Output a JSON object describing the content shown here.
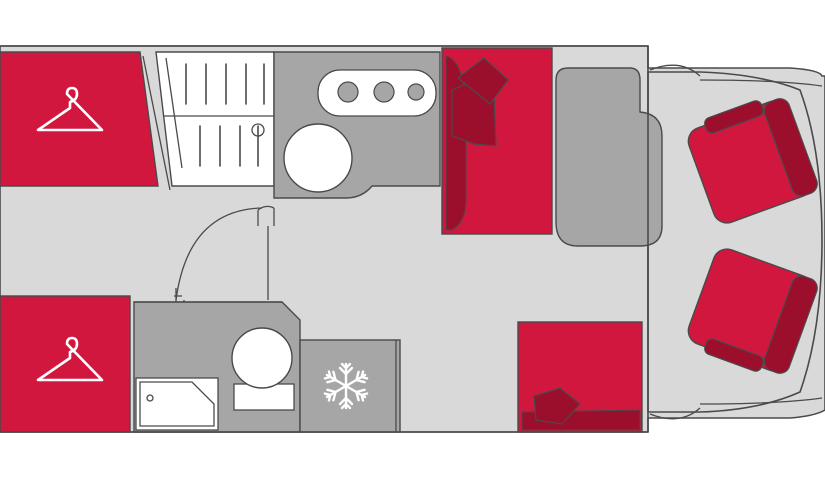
{
  "floorplan": {
    "colors": {
      "floor": "#d9d9d9",
      "furniture_red": "#d2173f",
      "furniture_red_dark": "#9c0f2c",
      "fixture_gray": "#a6a6a6",
      "line": "#4a4a4a",
      "background": "#ffffff"
    },
    "icons": {
      "wardrobe": "hanger-icon",
      "fridge": "snowflake-icon"
    },
    "zones": [
      "wardrobe-top",
      "wardrobe-bottom",
      "shoe-rack",
      "kitchen",
      "fridge",
      "bathroom",
      "dinette-bench-top",
      "dinette-table",
      "dinette-bench-bottom",
      "cab-seat-driver",
      "cab-seat-passenger"
    ]
  }
}
